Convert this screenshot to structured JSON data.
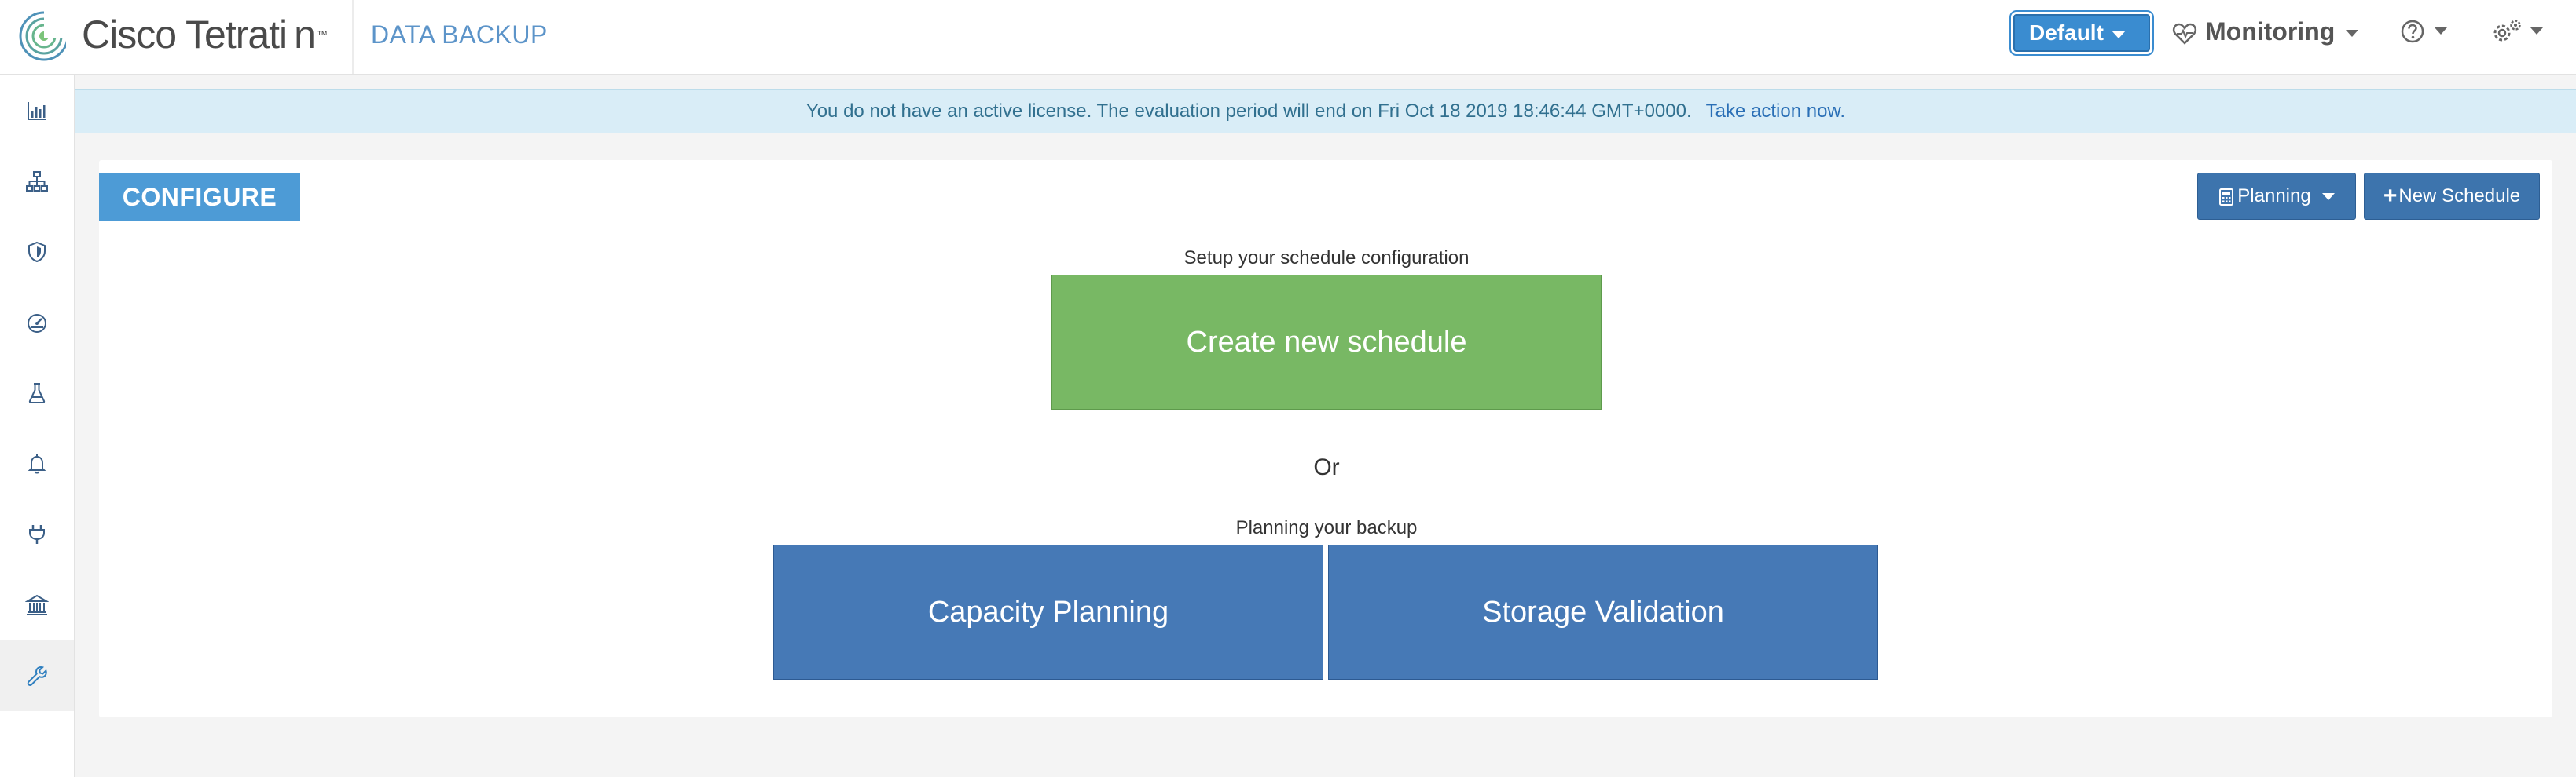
{
  "header": {
    "brand": "Cisco Tetrati n",
    "brand_tm": "™",
    "app_title": "DATA BACKUP",
    "scope": {
      "label": "Default"
    },
    "monitoring": {
      "label": "Monitoring"
    },
    "icons": [
      "cisco-tetration-logo-icon",
      "heartbeat-icon",
      "help-circle-icon",
      "gears-icon",
      "chevron-down-icon"
    ]
  },
  "sidebar": {
    "items": [
      {
        "icon": "bar-chart-icon",
        "active": false
      },
      {
        "icon": "sitemap-icon",
        "active": false
      },
      {
        "icon": "shield-icon",
        "active": false
      },
      {
        "icon": "dashboard-gauge-icon",
        "active": false
      },
      {
        "icon": "flask-icon",
        "active": false
      },
      {
        "icon": "bell-icon",
        "active": false
      },
      {
        "icon": "plug-icon",
        "active": false
      },
      {
        "icon": "bank-icon",
        "active": false
      },
      {
        "icon": "wrench-icon",
        "active": true
      }
    ]
  },
  "banner": {
    "message": "You do not have an active license. The evaluation period will end on Fri Oct 18 2019 18:46:44 GMT+0000.",
    "action": "Take action now."
  },
  "main": {
    "section_title": "CONFIGURE",
    "planning_label": "Planning",
    "new_schedule_label": "New Schedule",
    "setup_label": "Setup your schedule configuration",
    "create_label": "Create new schedule",
    "or_label": "Or",
    "planning_backup_label": "Planning your backup",
    "capacity_label": "Capacity Planning",
    "storage_label": "Storage Validation"
  },
  "colors": {
    "accent": "#4d9bd6",
    "primary_button": "#3d74ad",
    "success_button": "#78b864",
    "tile_button": "#4679b6",
    "banner_bg": "#d9edf7",
    "banner_text": "#31708f",
    "link": "#2a6fb6"
  }
}
